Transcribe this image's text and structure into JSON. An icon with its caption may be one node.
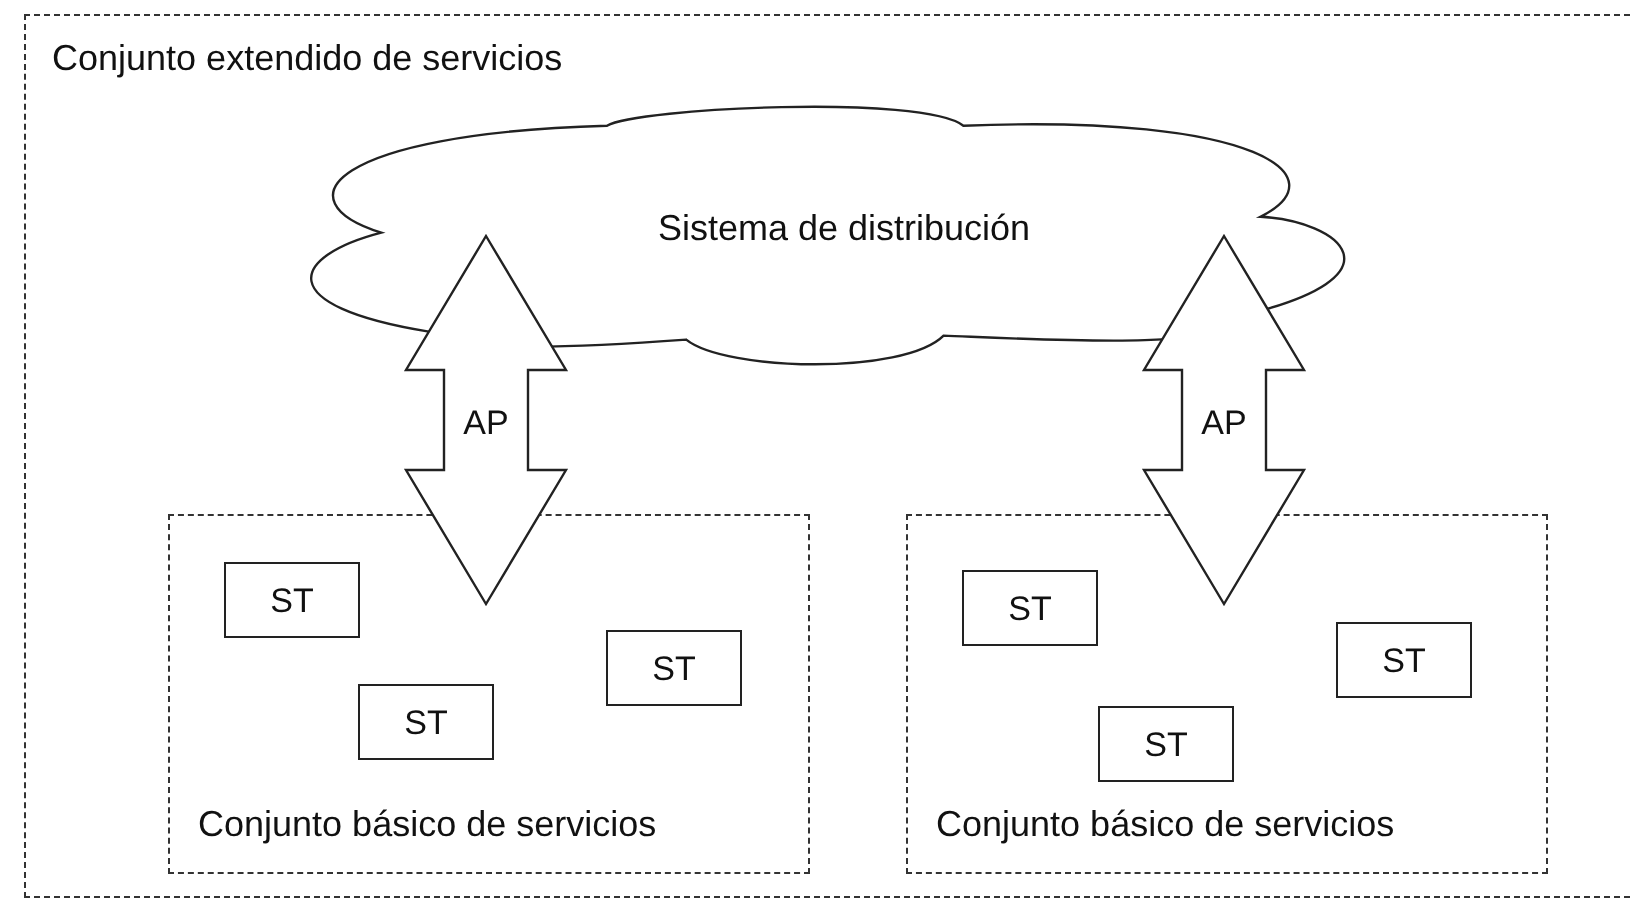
{
  "diagram": {
    "nodes": [
      {
        "text": [
          "Conjunto extendido de servicios"
        ]
      },
      {
        "text": [
          "Sistema de distribución"
        ],
        "in": 0
      },
      {
        "text": [
          "Conjunto básico de servicios"
        ],
        "in": 0
      },
      {
        "text": [
          "ST"
        ],
        "in": 2
      },
      {
        "text": [
          "ST"
        ],
        "in": 2
      },
      {
        "text": [
          "ST"
        ],
        "in": 2
      },
      {
        "text": [
          "Conjunto básico de servicios"
        ],
        "in": 0
      },
      {
        "text": [
          "ST"
        ],
        "in": 6
      },
      {
        "text": [
          "ST"
        ],
        "in": 6
      },
      {
        "text": [
          "ST"
        ],
        "in": 6
      }
    ],
    "edges": [
      {
        "from": 1,
        "to": 2,
        "arrow": "both",
        "label": "AP"
      },
      {
        "from": 1,
        "to": 6,
        "arrow": "both",
        "label": "AP"
      }
    ]
  }
}
